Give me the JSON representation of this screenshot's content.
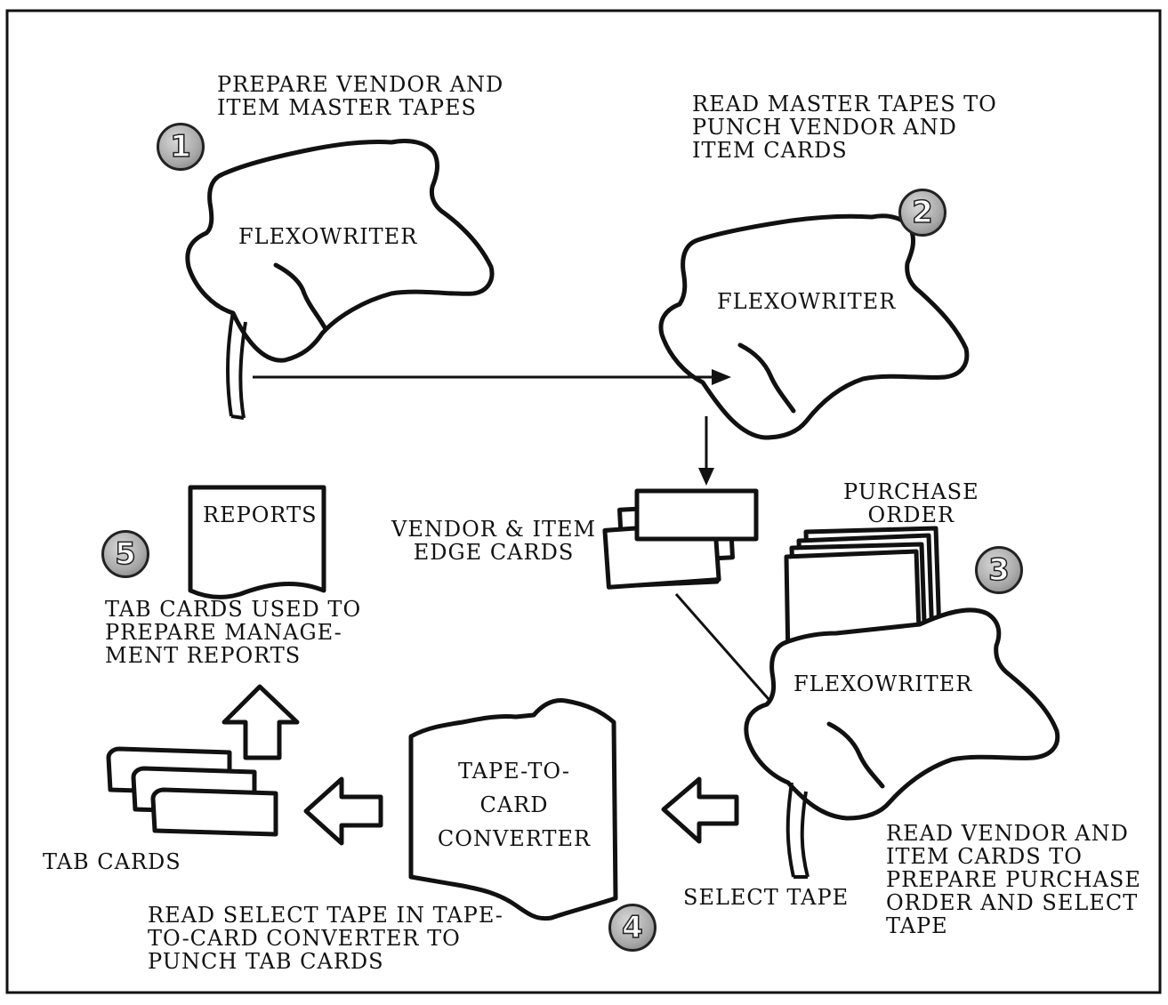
{
  "steps": {
    "step1": {
      "number": "1",
      "caption": [
        "PREPARE VENDOR AND",
        "ITEM MASTER TAPES"
      ],
      "machine": "FLEXOWRITER"
    },
    "step2": {
      "number": "2",
      "caption": [
        "READ MASTER TAPES TO",
        "PUNCH VENDOR AND",
        "ITEM CARDS"
      ],
      "machine": "FLEXOWRITER"
    },
    "step3": {
      "number": "3",
      "document": [
        "PURCHASE",
        "ORDER"
      ],
      "machine": "FLEXOWRITER",
      "caption": [
        "READ VENDOR AND",
        "ITEM CARDS TO",
        "PREPARE PURCHASE",
        "ORDER AND SELECT",
        "TAPE"
      ]
    },
    "step4": {
      "number": "4",
      "machine": [
        "TAPE-TO-",
        "CARD",
        "CONVERTER"
      ],
      "caption": [
        "READ SELECT TAPE IN TAPE-",
        "TO-CARD CONVERTER TO",
        "PUNCH TAB CARDS"
      ]
    },
    "step5": {
      "number": "5",
      "document": "REPORTS",
      "caption": [
        "TAB CARDS USED TO",
        "PREPARE MANAGE-",
        "MENT REPORTS"
      ]
    }
  },
  "labels": {
    "edge_cards": [
      "VENDOR & ITEM",
      "EDGE CARDS"
    ],
    "select_tape": "SELECT TAPE",
    "tab_cards": "TAB CARDS"
  }
}
